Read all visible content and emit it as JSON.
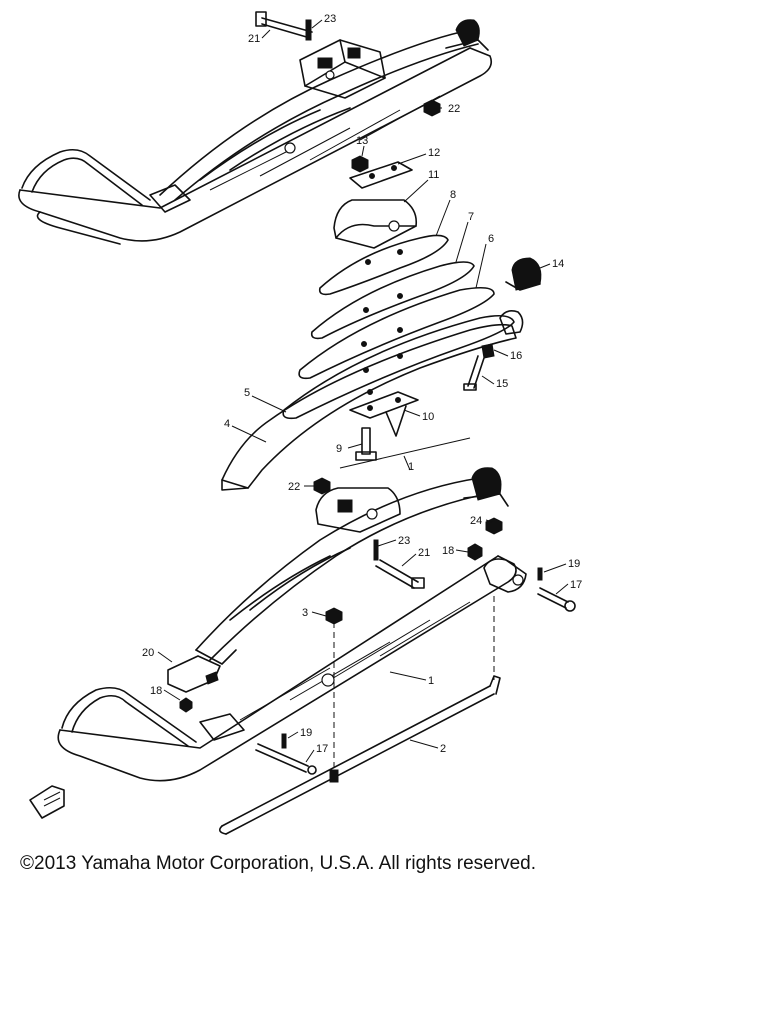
{
  "diagram": {
    "callouts": [
      {
        "id": "c-23a",
        "label": "23"
      },
      {
        "id": "c-21a",
        "label": "21"
      },
      {
        "id": "c-22a",
        "label": "22"
      },
      {
        "id": "c-13",
        "label": "13"
      },
      {
        "id": "c-12",
        "label": "12"
      },
      {
        "id": "c-11",
        "label": "11"
      },
      {
        "id": "c-8",
        "label": "8"
      },
      {
        "id": "c-7",
        "label": "7"
      },
      {
        "id": "c-6",
        "label": "6"
      },
      {
        "id": "c-14",
        "label": "14"
      },
      {
        "id": "c-16",
        "label": "16"
      },
      {
        "id": "c-15",
        "label": "15"
      },
      {
        "id": "c-5",
        "label": "5"
      },
      {
        "id": "c-4",
        "label": "4"
      },
      {
        "id": "c-10",
        "label": "10"
      },
      {
        "id": "c-9",
        "label": "9"
      },
      {
        "id": "c-1a",
        "label": "1"
      },
      {
        "id": "c-22b",
        "label": "22"
      },
      {
        "id": "c-24",
        "label": "24"
      },
      {
        "id": "c-23b",
        "label": "23"
      },
      {
        "id": "c-21b",
        "label": "21"
      },
      {
        "id": "c-18a",
        "label": "18"
      },
      {
        "id": "c-19a",
        "label": "19"
      },
      {
        "id": "c-17a",
        "label": "17"
      },
      {
        "id": "c-3",
        "label": "3"
      },
      {
        "id": "c-20",
        "label": "20"
      },
      {
        "id": "c-1b",
        "label": "1"
      },
      {
        "id": "c-18b",
        "label": "18"
      },
      {
        "id": "c-19b",
        "label": "19"
      },
      {
        "id": "c-17b",
        "label": "17"
      },
      {
        "id": "c-2",
        "label": "2"
      }
    ]
  },
  "footer": {
    "copyright": "©2013 Yamaha Motor Corporation, U.S.A. All rights reserved."
  }
}
